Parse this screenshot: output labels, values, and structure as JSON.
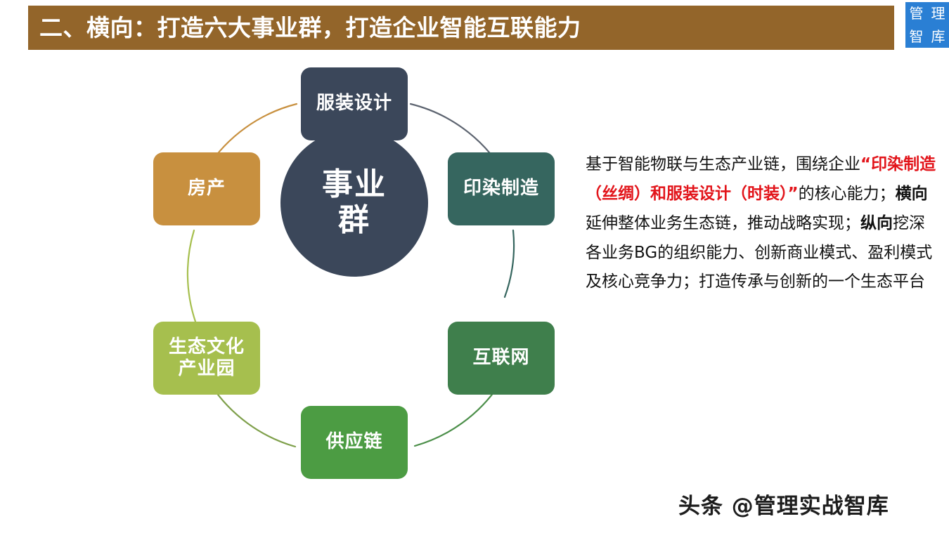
{
  "header": {
    "title": "二、横向：打造六大事业群，打造企业智能互联能力",
    "bar_color": "#93652a",
    "logo": {
      "char1": "管",
      "char2": "理",
      "char3": "智",
      "char4": "库",
      "color": "#2a7fd4"
    }
  },
  "diagram": {
    "center": {
      "line1": "事业",
      "line2": "群",
      "color": "#3b475a"
    },
    "nodes": [
      {
        "id": "apparel-design",
        "label": "服装设计",
        "line1": "服装设计",
        "line2": "",
        "color": "#3b475a",
        "position": "top"
      },
      {
        "id": "dyeing-manufacture",
        "label": "印染制造",
        "line1": "印染制造",
        "line2": "",
        "color": "#36665f",
        "position": "top-right"
      },
      {
        "id": "internet",
        "label": "互联网",
        "line1": "互联网",
        "line2": "",
        "color": "#3f7f4c",
        "position": "bottom-right"
      },
      {
        "id": "supply-chain",
        "label": "供应链",
        "line1": "供应链",
        "line2": "",
        "color": "#4c9c43",
        "position": "bottom"
      },
      {
        "id": "eco-culture-park",
        "label": "生态文化产业园",
        "line1": "生态文化",
        "line2": "产业园",
        "color": "#a6bf4e",
        "position": "bottom-left"
      },
      {
        "id": "real-estate",
        "label": "房产",
        "line1": "房产",
        "line2": "",
        "color": "#c8903f",
        "position": "top-left"
      }
    ]
  },
  "description": {
    "seg1": "基于智能物联与生态产业链，围绕企业",
    "seg2_red": "“印染制造（丝绸）和服装设计（时装）”",
    "seg3": "的核心能力；",
    "seg4_bold": "横向",
    "seg5": "延伸整体业务生态链，推动战略实现；",
    "seg6_bold": "纵向",
    "seg7": "挖深各业务BG的组织能力、创新商业模式、盈利模式及核心竞争力；打造传承与创新的一个生态平台",
    "red_color": "#e2141a"
  },
  "watermark": {
    "text": "头条 @管理实战智库"
  }
}
